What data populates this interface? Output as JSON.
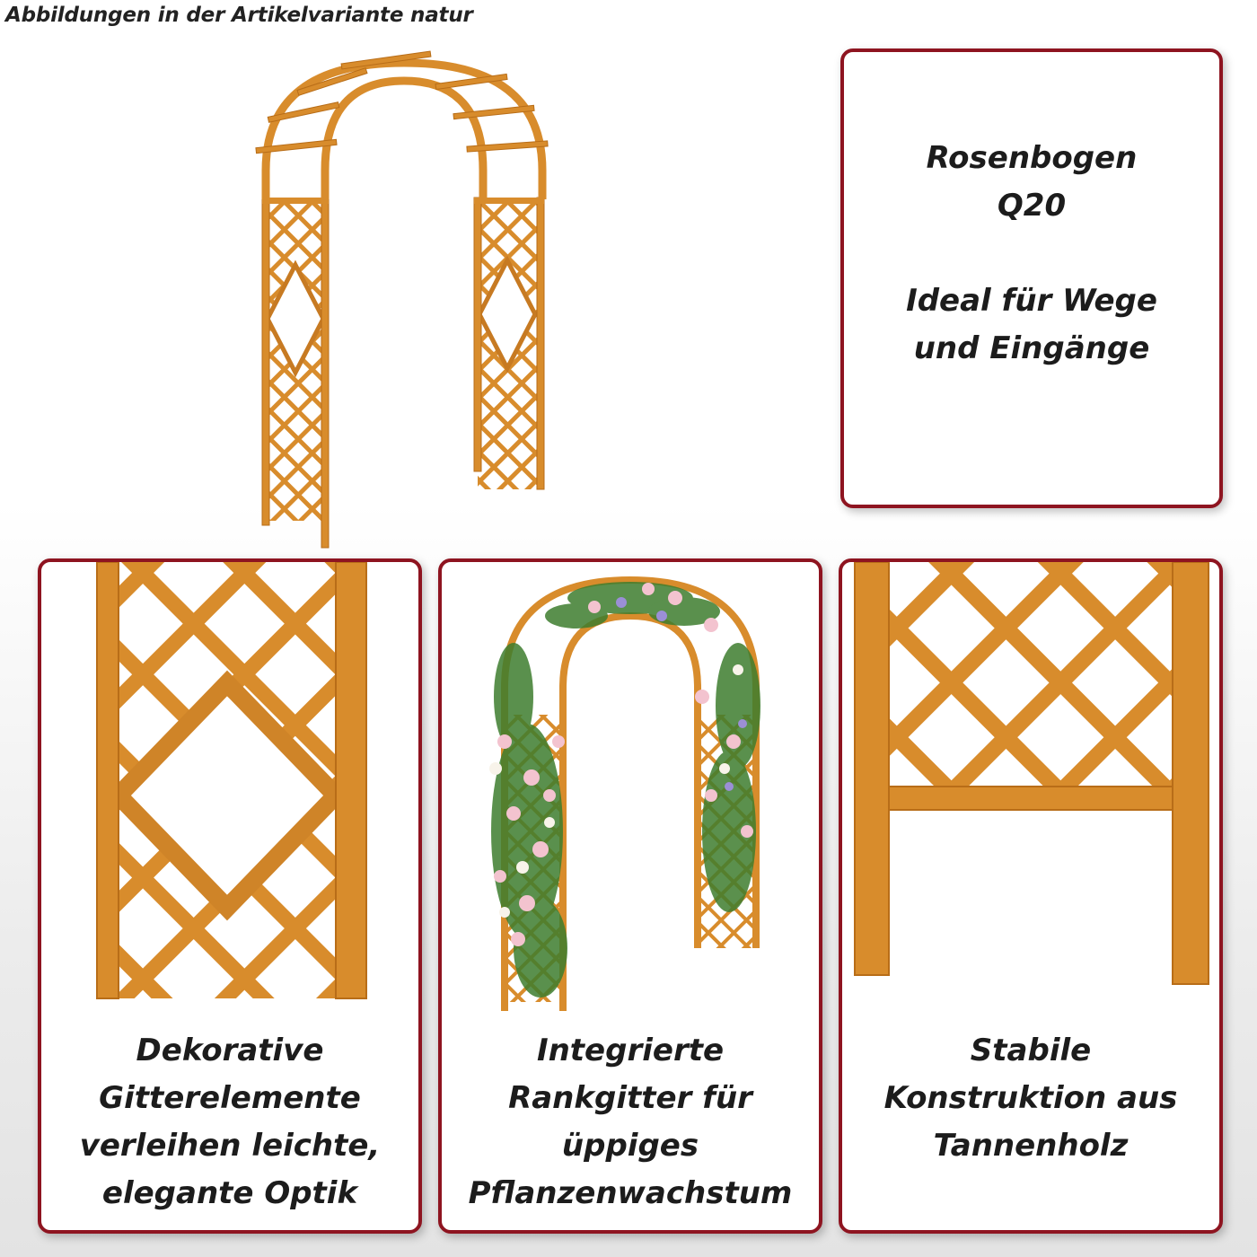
{
  "caption": "Abbildungen in der Artikelvariante natur",
  "title_card": {
    "lines": [
      "Rosenbogen",
      "Q20",
      "",
      "Ideal für Wege",
      "und Eingänge"
    ]
  },
  "features": [
    {
      "lines": [
        "Dekorative",
        "Gitterelemente",
        "verleihen leichte,",
        "elegante Optik"
      ],
      "image": "lattice-diamond-closeup"
    },
    {
      "lines": [
        "Integrierte",
        "Rankgitter für",
        "üppiges",
        "Pflanzenwachstum"
      ],
      "image": "arch-with-roses"
    },
    {
      "lines": [
        "Stabile",
        "Konstruktion aus",
        "Tannenholz"
      ],
      "image": "lattice-post-closeup"
    }
  ],
  "colors": {
    "accent": "#8e1420",
    "wood": "#d88c2c",
    "wood_dark": "#b86d18"
  }
}
